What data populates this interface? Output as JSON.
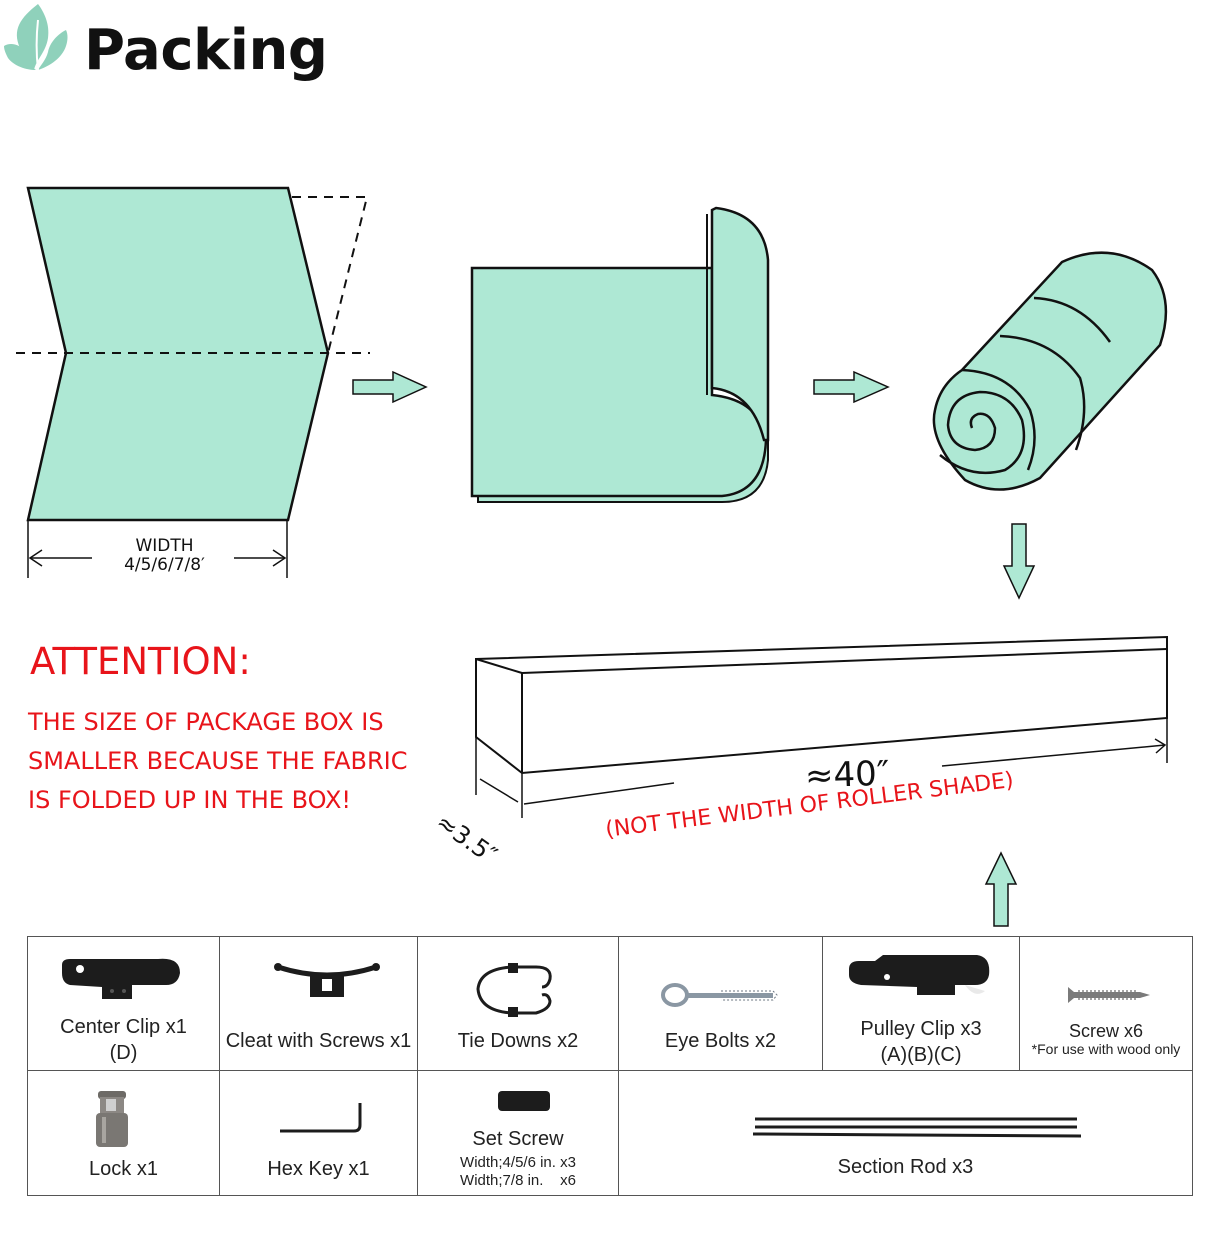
{
  "header": {
    "logo_icon": "leaf-icon",
    "title": "Packing"
  },
  "steps": {
    "step1": {
      "name": "flat-fabric-folded-in-half",
      "width_label": "WIDTH",
      "width_values": "4/5/6/7/8′"
    },
    "step2": {
      "name": "fabric-rolled-corner"
    },
    "step3": {
      "name": "fabric-rolled-up"
    },
    "step4": {
      "name": "package-box",
      "length": "≈40″",
      "depth": "≈3.5″",
      "note": "(NOT THE WIDTH OF ROLLER SHADE)"
    }
  },
  "attention": {
    "heading": "ATTENTION:",
    "lines": [
      "THE SIZE OF PACKAGE BOX IS",
      "SMALLER BECAUSE THE FABRIC",
      "IS FOLDED UP IN THE BOX!"
    ]
  },
  "colors": {
    "fabric": "#aee8d4",
    "attention_red": "#e8141a",
    "outline": "#111111"
  },
  "parts": {
    "row1": [
      {
        "label": "Center Clip x1",
        "sub": "(D)",
        "icon": "center-clip-icon"
      },
      {
        "label": "Cleat with Screws x1",
        "icon": "cleat-icon"
      },
      {
        "label": "Tie Downs x2",
        "icon": "tie-down-hooks-icon"
      },
      {
        "label": "Eye Bolts x2",
        "icon": "eye-bolt-icon"
      },
      {
        "label": "Pulley Clip x3",
        "sub": "(A)(B)(C)",
        "icon": "pulley-clip-icon"
      },
      {
        "label": "Screw x6",
        "sub": "*For use with wood only",
        "icon": "screw-icon"
      }
    ],
    "row2": [
      {
        "label": "Lock x1",
        "icon": "lock-icon"
      },
      {
        "label": "Hex Key x1",
        "icon": "hex-key-icon"
      },
      {
        "label": "Set Screw",
        "sub1": "Width;4/5/6 in. x3",
        "sub2": "Width;7/8 in.    x6",
        "icon": "set-screw-icon"
      },
      {
        "label": "Section Rod x3",
        "icon": "section-rod-icon"
      }
    ]
  }
}
